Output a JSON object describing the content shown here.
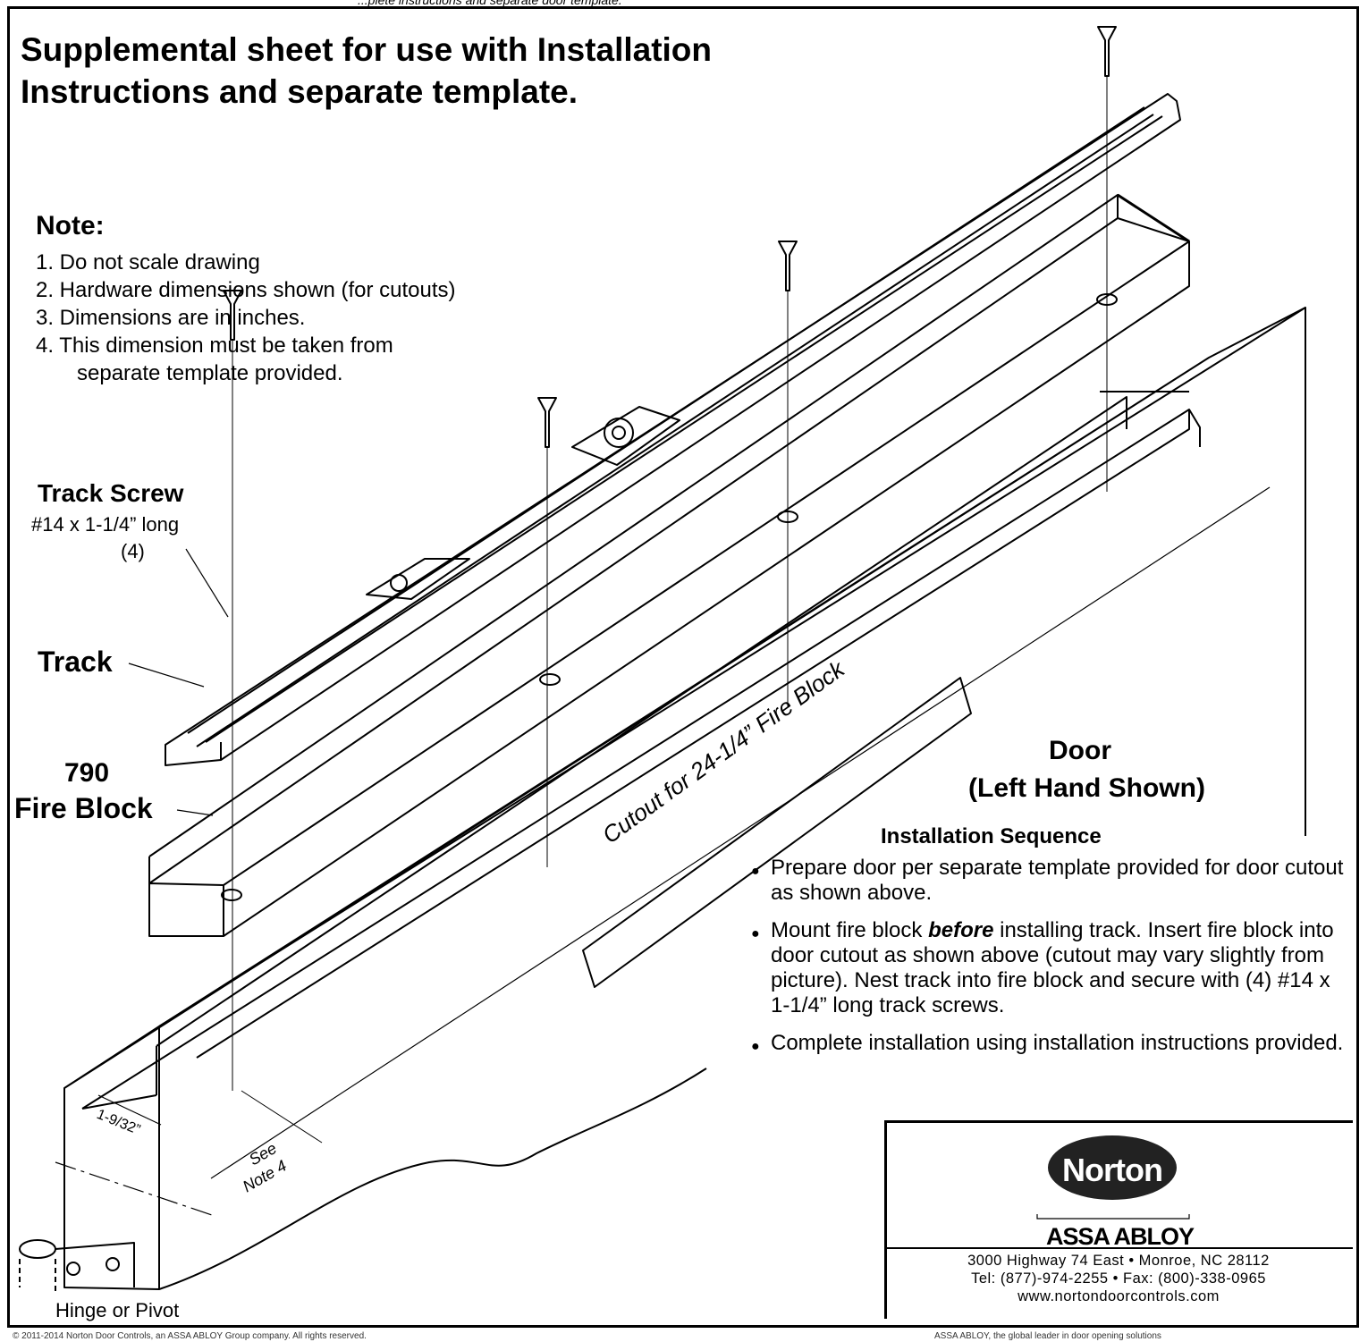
{
  "header_cut": "...plete instructions and separate door template.",
  "title": {
    "line1": "Supplemental sheet for use with Installation",
    "line2": "Instructions and separate template."
  },
  "note": {
    "heading": "Note:",
    "items": [
      "1.  Do not scale drawing",
      "2.  Hardware dimensions shown (for cutouts)",
      "3.  Dimensions are in inches.",
      "4.  This dimension must be taken from"
    ],
    "item4_cont": "separate template provided."
  },
  "labels": {
    "track_screw": "Track Screw",
    "track_screw_size": "#14 x 1-1/4” long",
    "track_screw_qty": "(4)",
    "track": "Track",
    "fire_block_num": "790",
    "fire_block": "Fire Block",
    "door": "Door",
    "door_hand": "(Left Hand Shown)",
    "cutout": "Cutout for 24-1/4” Fire Block",
    "dim_1_9_32": "1-9/32”",
    "see": "See",
    "note4": "Note 4",
    "hinge": "Hinge or Pivot"
  },
  "sequence": {
    "heading": "Installation Sequence",
    "step1": "Prepare door per separate template provided for door cutout as shown above.",
    "step2_pre": "Mount fire block ",
    "step2_em": "before",
    "step2_post": " installing track. Insert fire block into door cutout as shown above (cutout may vary slightly from picture). Nest track into fire block and secure with (4)  #14 x 1-1/4” long track screws.",
    "step3": "Complete installation using installation instructions provided."
  },
  "brand": {
    "logo": "Norton",
    "parent": "ASSA ABLOY",
    "address": "3000 Highway 74 East  •  Monroe, NC 28112",
    "phone": "Tel: (877)-974-2255  •  Fax: (800)-338-0965",
    "web": "www.nortondoorcontrols.com"
  },
  "footer": {
    "left": "© 2011-2014 Norton Door Controls, an ASSA ABLOY Group company. All rights reserved.",
    "right": "ASSA ABLOY, the global leader in door opening solutions"
  },
  "colors": {
    "line": "#000000",
    "logo_fill": "#222222",
    "logo_text": "#ffffff"
  }
}
